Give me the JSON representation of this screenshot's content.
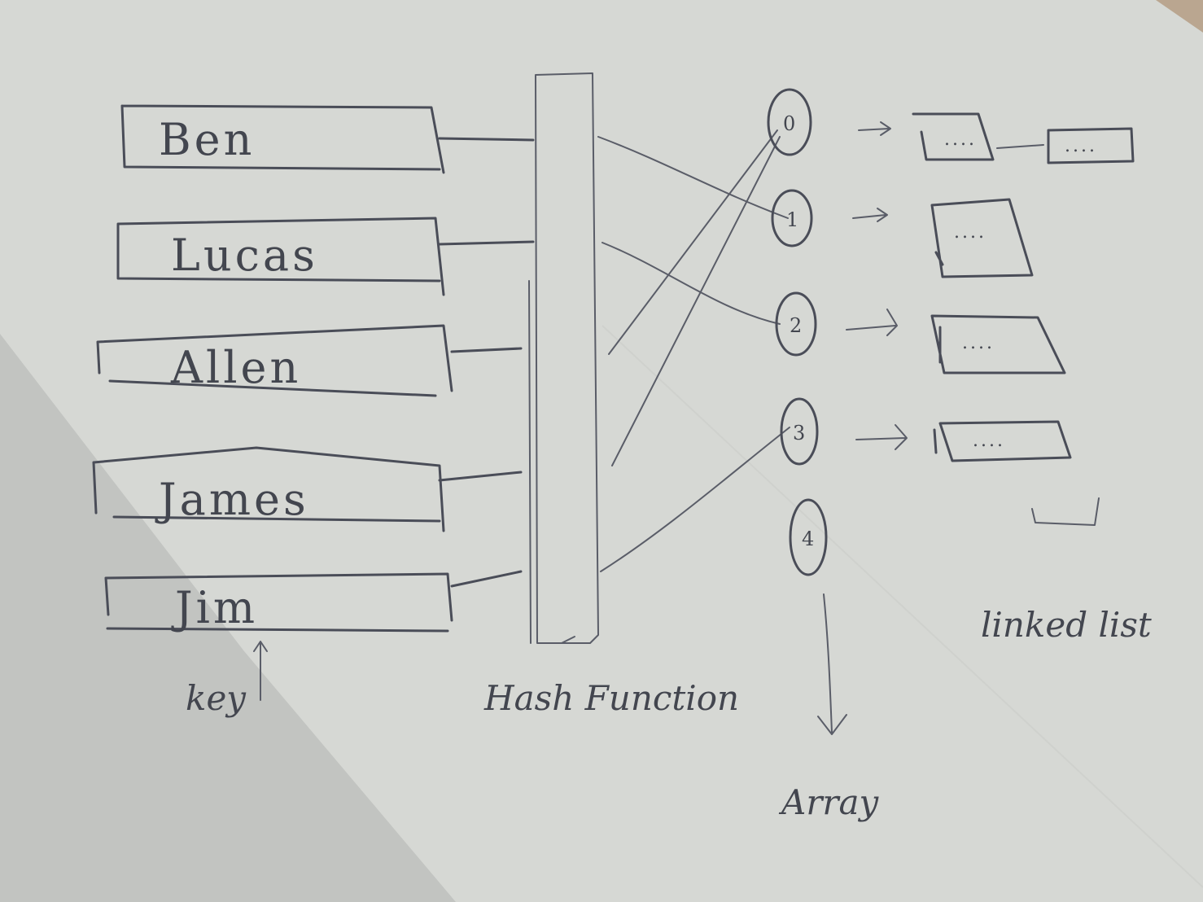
{
  "keys": [
    "Ben",
    "Lucas",
    "Allen",
    "James",
    "Jim"
  ],
  "labels": {
    "key": "key",
    "hash_function": "Hash Function",
    "array": "Array",
    "linked_list": "linked list"
  },
  "array_indices": [
    "0",
    "1",
    "2",
    "3",
    "4"
  ],
  "bucket_placeholder": "....",
  "mappings": [
    {
      "key": "Ben",
      "index": "1"
    },
    {
      "key": "Lucas",
      "index": "2"
    },
    {
      "key": "Allen",
      "index": "0"
    },
    {
      "key": "James",
      "index": "0"
    },
    {
      "key": "Jim",
      "index": "3"
    }
  ],
  "buckets": [
    {
      "index": "0",
      "nodes": 2
    },
    {
      "index": "1",
      "nodes": 1
    },
    {
      "index": "2",
      "nodes": 1
    },
    {
      "index": "3",
      "nodes": 1
    },
    {
      "index": "4",
      "nodes": 0
    }
  ],
  "colors": {
    "paper": "#d6d8d4",
    "paper_shadow": "#c2c4c1",
    "pencil": "#4a4d58"
  }
}
